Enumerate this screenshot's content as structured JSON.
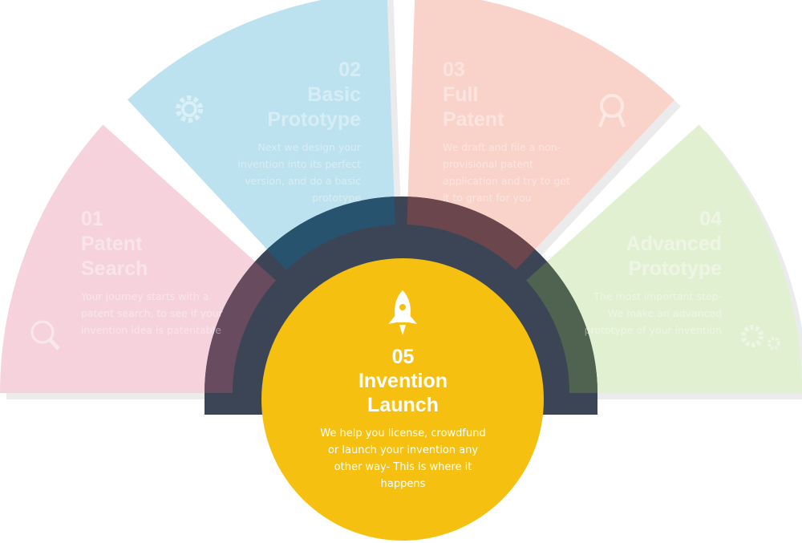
{
  "steps": [
    {
      "num": "01",
      "title1": "Patent",
      "title2": "Search",
      "desc": "Your journey starts with a patent search, to see if your invention idea is patentable",
      "icon": "search-icon",
      "color": "#f6d3dc"
    },
    {
      "num": "02",
      "title1": "Basic",
      "title2": "Prototype",
      "desc": "Next we design your invention into its perfect version, and do a basic prototype",
      "icon": "gear-icon",
      "color": "#bde2ef"
    },
    {
      "num": "03",
      "title1": "Full",
      "title2": "Patent",
      "desc": "We draft and file a non-provisional patent application and try to get it to grant for you",
      "icon": "award-icon",
      "color": "#f9d3ca"
    },
    {
      "num": "04",
      "title1": "Advanced",
      "title2": "Prototype",
      "desc": "The most important step- We make an advanced prototype of your invention",
      "icon": "gears-icon",
      "color": "#e2f0d2"
    }
  ],
  "final": {
    "num": "05",
    "title1": "Invention",
    "title2": "Launch",
    "desc": "We help you license, crowdfund or launch your invention any other way- This is where it happens",
    "icon": "rocket-icon",
    "color": "#f5c010"
  },
  "ring_color": "#3b4555"
}
